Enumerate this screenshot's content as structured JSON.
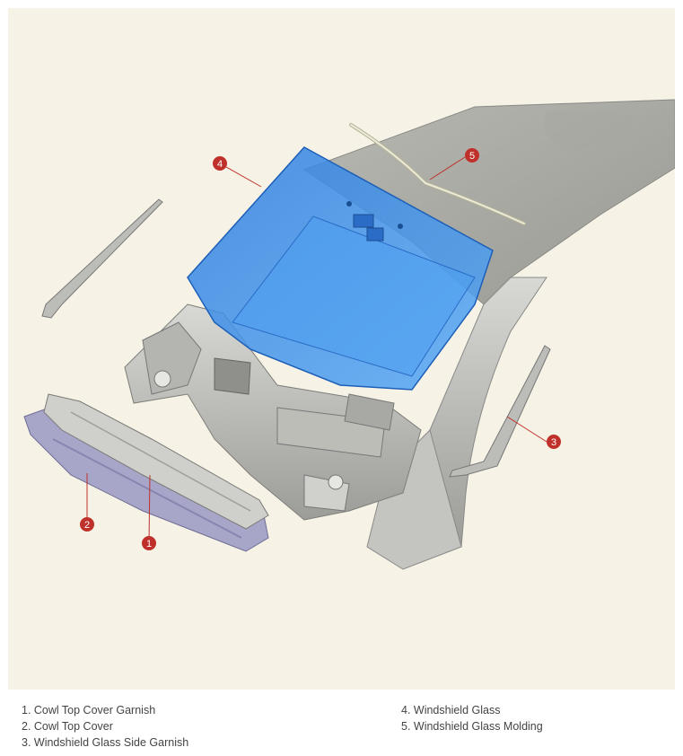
{
  "diagram": {
    "callouts": [
      {
        "num": "1"
      },
      {
        "num": "2"
      },
      {
        "num": "3"
      },
      {
        "num": "4"
      },
      {
        "num": "5"
      }
    ],
    "colors": {
      "background": "#f6f3e6",
      "callout": "#c0302b",
      "glass": "#3f8fe8",
      "body_metal": "#c9c9c4",
      "cowl_cover": "#a8a6c8",
      "molding": "#e8e6c8"
    }
  },
  "legend": {
    "items": [
      {
        "label": "1. Cowl Top Cover Garnish"
      },
      {
        "label": "2. Cowl Top Cover"
      },
      {
        "label": "3. Windshield Glass Side Garnish"
      },
      {
        "label": "4. Windshield Glass"
      },
      {
        "label": "5. Windshield Glass Molding"
      }
    ]
  }
}
